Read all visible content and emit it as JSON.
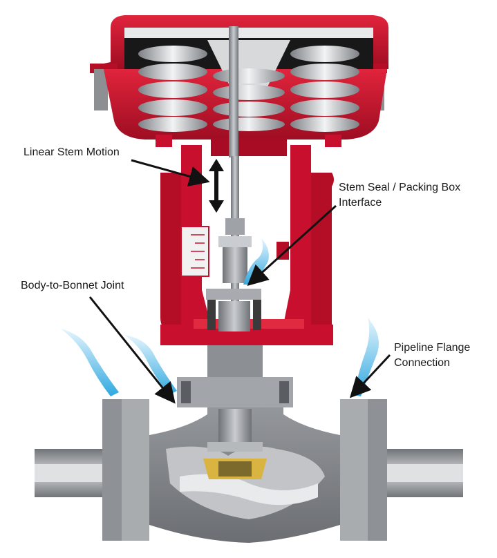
{
  "labels": {
    "stem_motion": "Linear Stem Motion",
    "packing_line1": "Stem Seal / Packing Box",
    "packing_line2": "Interface",
    "bonnet_joint": "Body-to-Bonnet Joint",
    "flange_line1": "Pipeline Flange",
    "flange_line2": "Connection"
  },
  "colors": {
    "actuator_red": "#c8102e",
    "steel_gray": "#8a8d90",
    "leak_blue": "#2fa8e0",
    "seat_gold": "#d9b440"
  }
}
